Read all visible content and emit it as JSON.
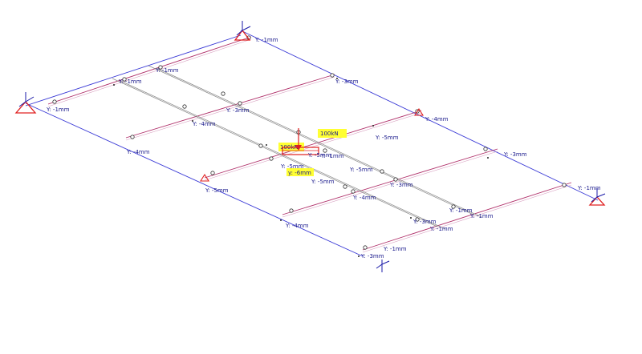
{
  "displacement_labels": [
    {
      "id": "d1",
      "text": "Y: -1mm"
    },
    {
      "id": "d2",
      "text": "Y: -1mm"
    },
    {
      "id": "d3",
      "text": "Y: -1mm"
    },
    {
      "id": "d4",
      "text": "Y: -1mm"
    },
    {
      "id": "d5",
      "text": "Y: -3mm"
    },
    {
      "id": "d6",
      "text": "Y: -3mm"
    },
    {
      "id": "d7",
      "text": "Y: -4mm"
    },
    {
      "id": "d8",
      "text": "Y: -4mm"
    },
    {
      "id": "d9",
      "text": "Y: -3mm"
    },
    {
      "id": "d10",
      "text": "Y: -4mm"
    },
    {
      "id": "d11",
      "text": "Y: -5mm"
    },
    {
      "id": "d12",
      "text": "Y: -5mm"
    },
    {
      "id": "d13",
      "text": "Y: -5mm"
    },
    {
      "id": "d14",
      "text": "Y: -5mm"
    },
    {
      "id": "d15",
      "text": "Y: -5mm"
    },
    {
      "id": "d16",
      "text": "Y: -5mm"
    },
    {
      "id": "d17",
      "text": "Y: -4mm"
    },
    {
      "id": "d18",
      "text": "Y: -4mm"
    },
    {
      "id": "d19",
      "text": "Y: -3mm"
    },
    {
      "id": "d20",
      "text": "Y: -3mm"
    },
    {
      "id": "d21",
      "text": "Y: -1mm"
    },
    {
      "id": "d22",
      "text": "Y: -1mm"
    },
    {
      "id": "d23",
      "text": "Y: -1mm"
    },
    {
      "id": "d24",
      "text": "Y: -1mm"
    },
    {
      "id": "d25",
      "text": "Y: -1mm"
    },
    {
      "id": "d26",
      "text": "Y: -3mm"
    },
    {
      "id": "d27",
      "text": "Y: -1mm"
    }
  ],
  "load_labels": [
    {
      "id": "load1",
      "text": "100kN"
    },
    {
      "id": "load2",
      "text": "100kN"
    }
  ],
  "max_displacement": {
    "id": "maxd",
    "text": "y: -6mm"
  },
  "support_icon": "pinned-support-icon",
  "colors": {
    "main_beam": "#3a3ad6",
    "secondary_beam": "#b0306a",
    "tertiary_beam": "#8a8a8a",
    "highlight": "#ffff33",
    "support": "#e02020",
    "axis_blue": "#1a1aa8",
    "label": "#1a1a8c"
  }
}
